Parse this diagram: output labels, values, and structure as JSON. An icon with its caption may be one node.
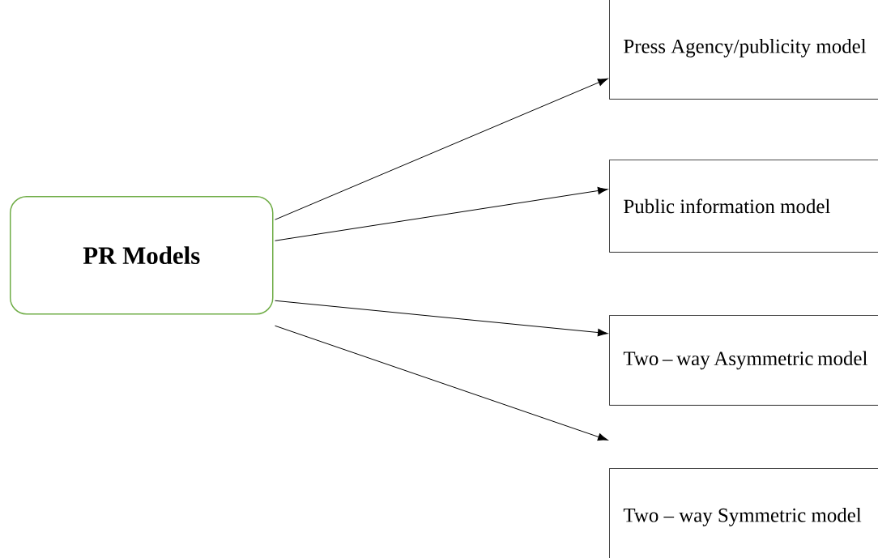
{
  "diagram": {
    "nodes": [
      {
        "text": [
          "**PR Models**"
        ]
      },
      {
        "text": [
          "Press Agency/publicity model"
        ]
      },
      {
        "text": [
          "Public information model"
        ]
      },
      {
        "text": [
          "Two – way Asymmetric model"
        ]
      },
      {
        "text": [
          "Two – way Symmetric model"
        ]
      }
    ],
    "edges": [
      {
        "from": 0,
        "to": 1,
        "arrow": "to"
      },
      {
        "from": 0,
        "to": 2,
        "arrow": "to"
      },
      {
        "from": 0,
        "to": 3,
        "arrow": "to"
      },
      {
        "from": 0,
        "to": 4,
        "arrow": "to"
      }
    ]
  }
}
